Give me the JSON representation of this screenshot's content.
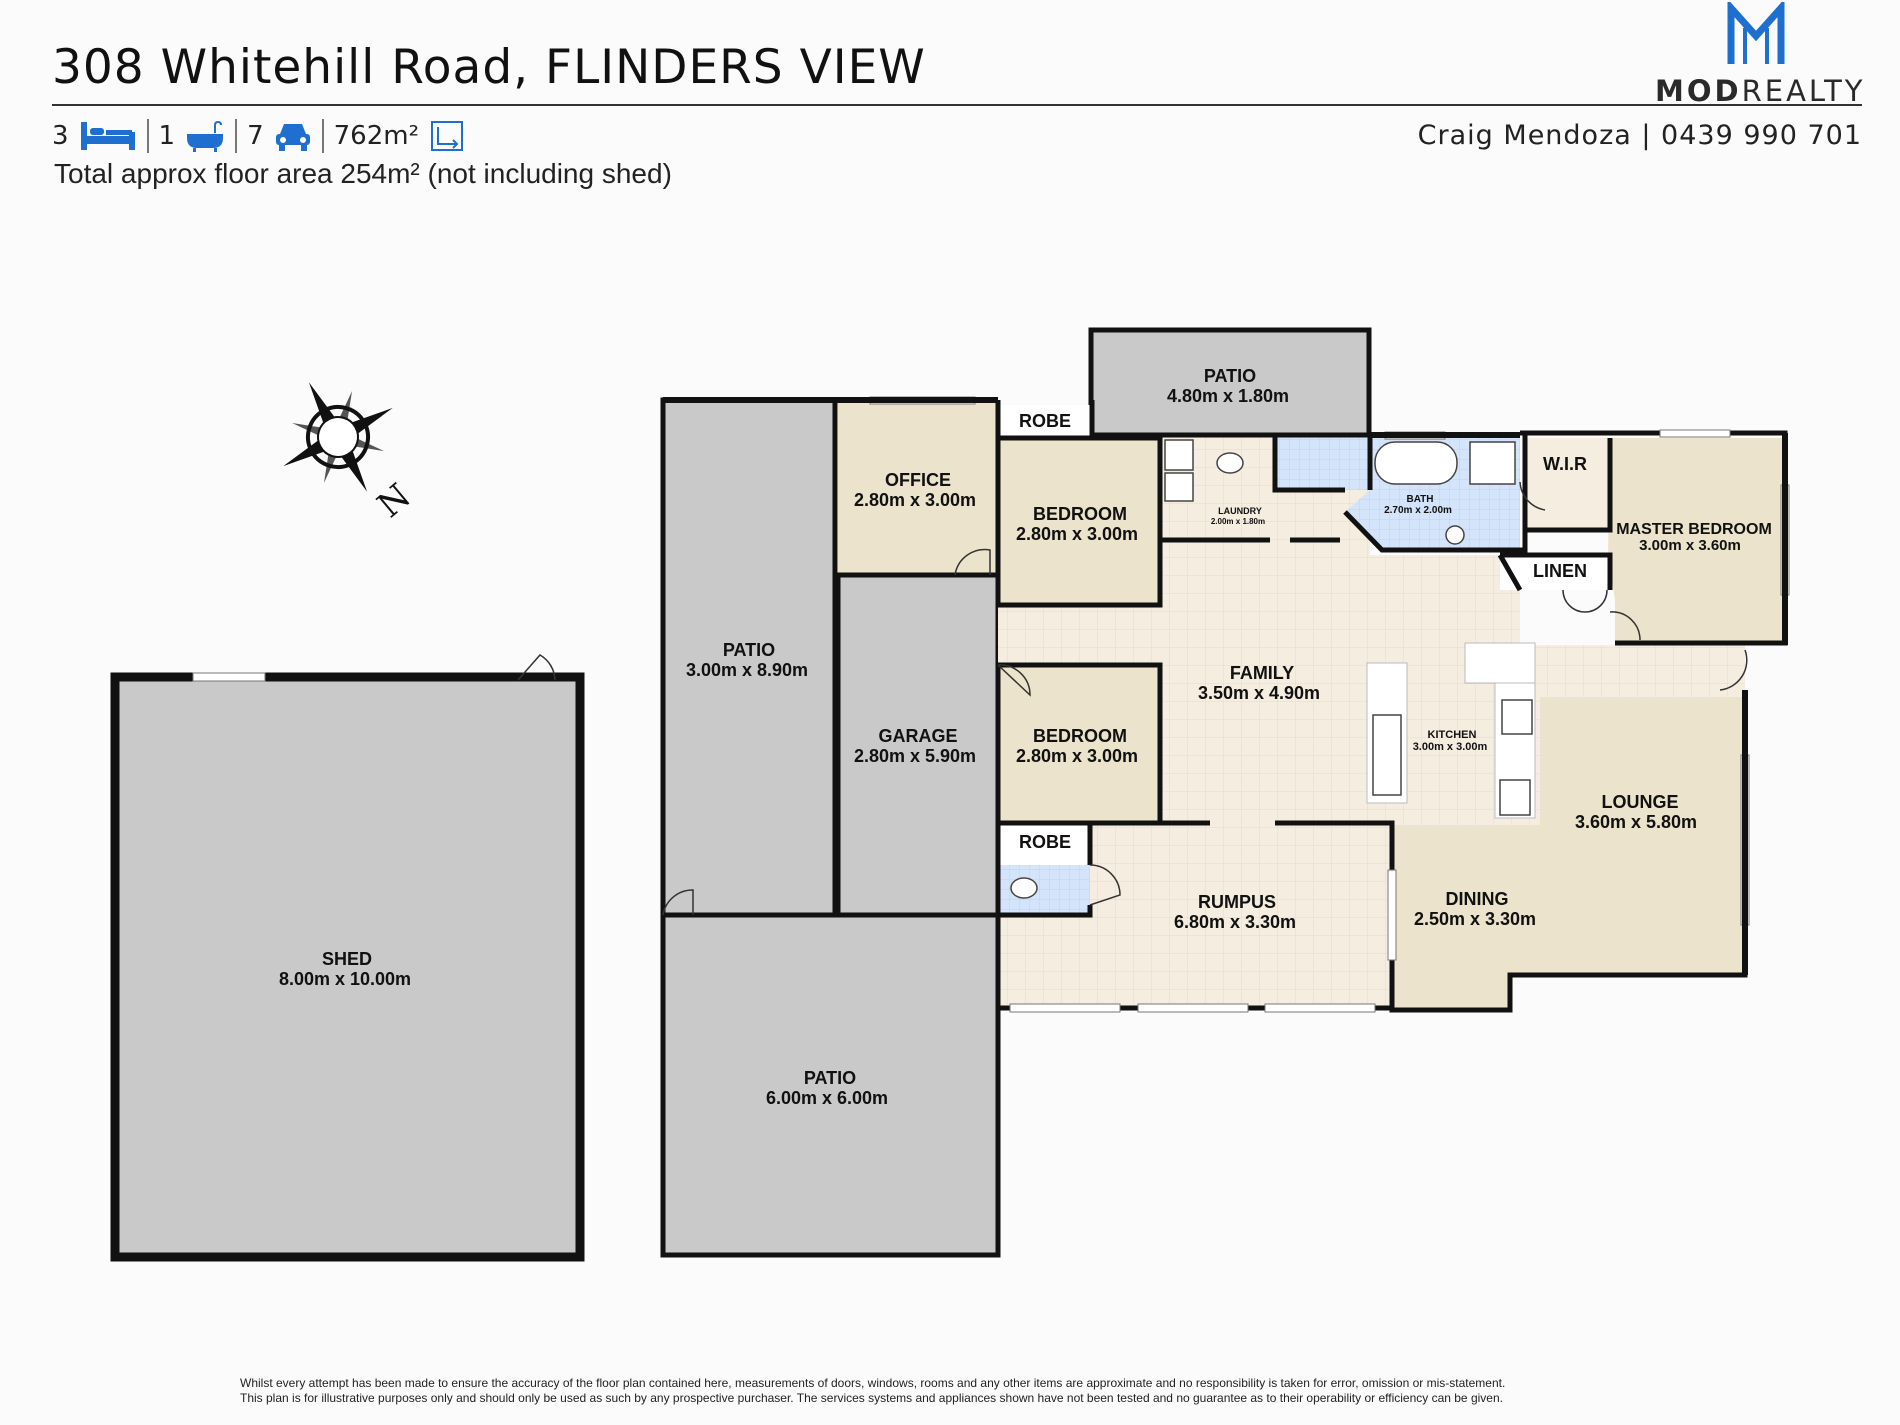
{
  "header": {
    "address": "308 Whitehill Road, FLINDERS VIEW",
    "beds": "3",
    "baths": "1",
    "cars": "7",
    "land_area": "762m²",
    "floor_area_note": "Total approx floor area 254m² (not including shed)"
  },
  "brand": {
    "name_bold": "MOD",
    "name_light": "REALTY",
    "agent": "Craig Mendoza | 0439 990 701",
    "accent": "#1f6fd1"
  },
  "colors": {
    "outdoor": "#c9c9c9",
    "carpet": "#ece3cc",
    "tile": "#f4ede0",
    "wet": "#d3e4fb",
    "wall": "#111111"
  },
  "rooms": {
    "patio_top": {
      "name": "PATIO",
      "size": "4.80m  x 1.80m"
    },
    "robe_top": {
      "name": "ROBE"
    },
    "office": {
      "name": "OFFICE",
      "size": "2.80m  x 3.00m"
    },
    "bedroom_top": {
      "name": "BEDROOM",
      "size": "2.80m  x 3.00m"
    },
    "laundry": {
      "name": "LAUNDRY",
      "size": "2.00m  x 1.80m"
    },
    "bath": {
      "name": "BATH",
      "size": "2.70m  x 2.00m"
    },
    "wir": {
      "name": "W.I.R"
    },
    "master": {
      "name": "MASTER BEDROOM",
      "size": "3.00m  x 3.60m"
    },
    "linen": {
      "name": "LINEN"
    },
    "patio_side": {
      "name": "PATIO",
      "size": "3.00m  x 8.90m"
    },
    "garage": {
      "name": "GARAGE",
      "size": "2.80m  x 5.90m"
    },
    "family": {
      "name": "FAMILY",
      "size": "3.50m  x 4.90m"
    },
    "bedroom_mid": {
      "name": "BEDROOM",
      "size": "2.80m  x 3.00m"
    },
    "kitchen": {
      "name": "KITCHEN",
      "size": "3.00m  x 3.00m"
    },
    "lounge": {
      "name": "LOUNGE",
      "size": "3.60m  x 5.80m"
    },
    "robe_bottom": {
      "name": "ROBE"
    },
    "rumpus": {
      "name": "RUMPUS",
      "size": "6.80m  x 3.30m"
    },
    "dining": {
      "name": "DINING",
      "size": "2.50m  x 3.30m"
    },
    "shed": {
      "name": "SHED",
      "size": "8.00m  x 10.00m"
    },
    "patio_bottom": {
      "name": "PATIO",
      "size": "6.00m  x 6.00m"
    }
  },
  "compass": {
    "label": "N"
  },
  "disclaimer": {
    "line1": "Whilst every attempt has been made to ensure the accuracy of the floor plan contained here, measurements of doors, windows, rooms and any other items are approximate and no responsibility is taken for error, omission or mis-statement.",
    "line2": "This plan is for illustrative purposes only and should only be used as such by any prospective purchaser. The services systems and appliances shown have not been tested and no guarantee as to their operability or efficiency can be given."
  }
}
